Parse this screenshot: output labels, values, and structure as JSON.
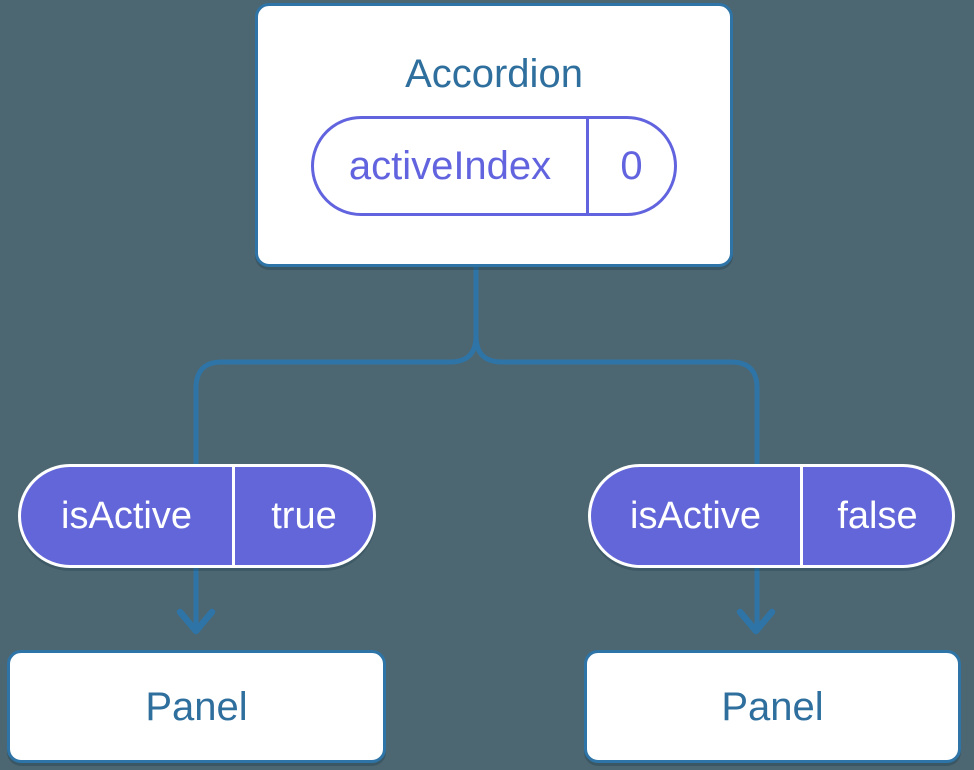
{
  "diagram_type": "react-component-tree",
  "colors": {
    "bg": "#4D6772",
    "line": "#2E74A6",
    "node-text": "#2F6F9E",
    "purple": "#6264DF",
    "pill-fill": "#6366D9",
    "white": "#FFFFFF"
  },
  "tree": {
    "root": {
      "title": "Accordion",
      "state": {
        "name": "activeIndex",
        "value": "0"
      }
    },
    "children": [
      {
        "prop": {
          "name": "isActive",
          "value": "true"
        },
        "node": {
          "title": "Panel"
        }
      },
      {
        "prop": {
          "name": "isActive",
          "value": "false"
        },
        "node": {
          "title": "Panel"
        }
      }
    ]
  }
}
